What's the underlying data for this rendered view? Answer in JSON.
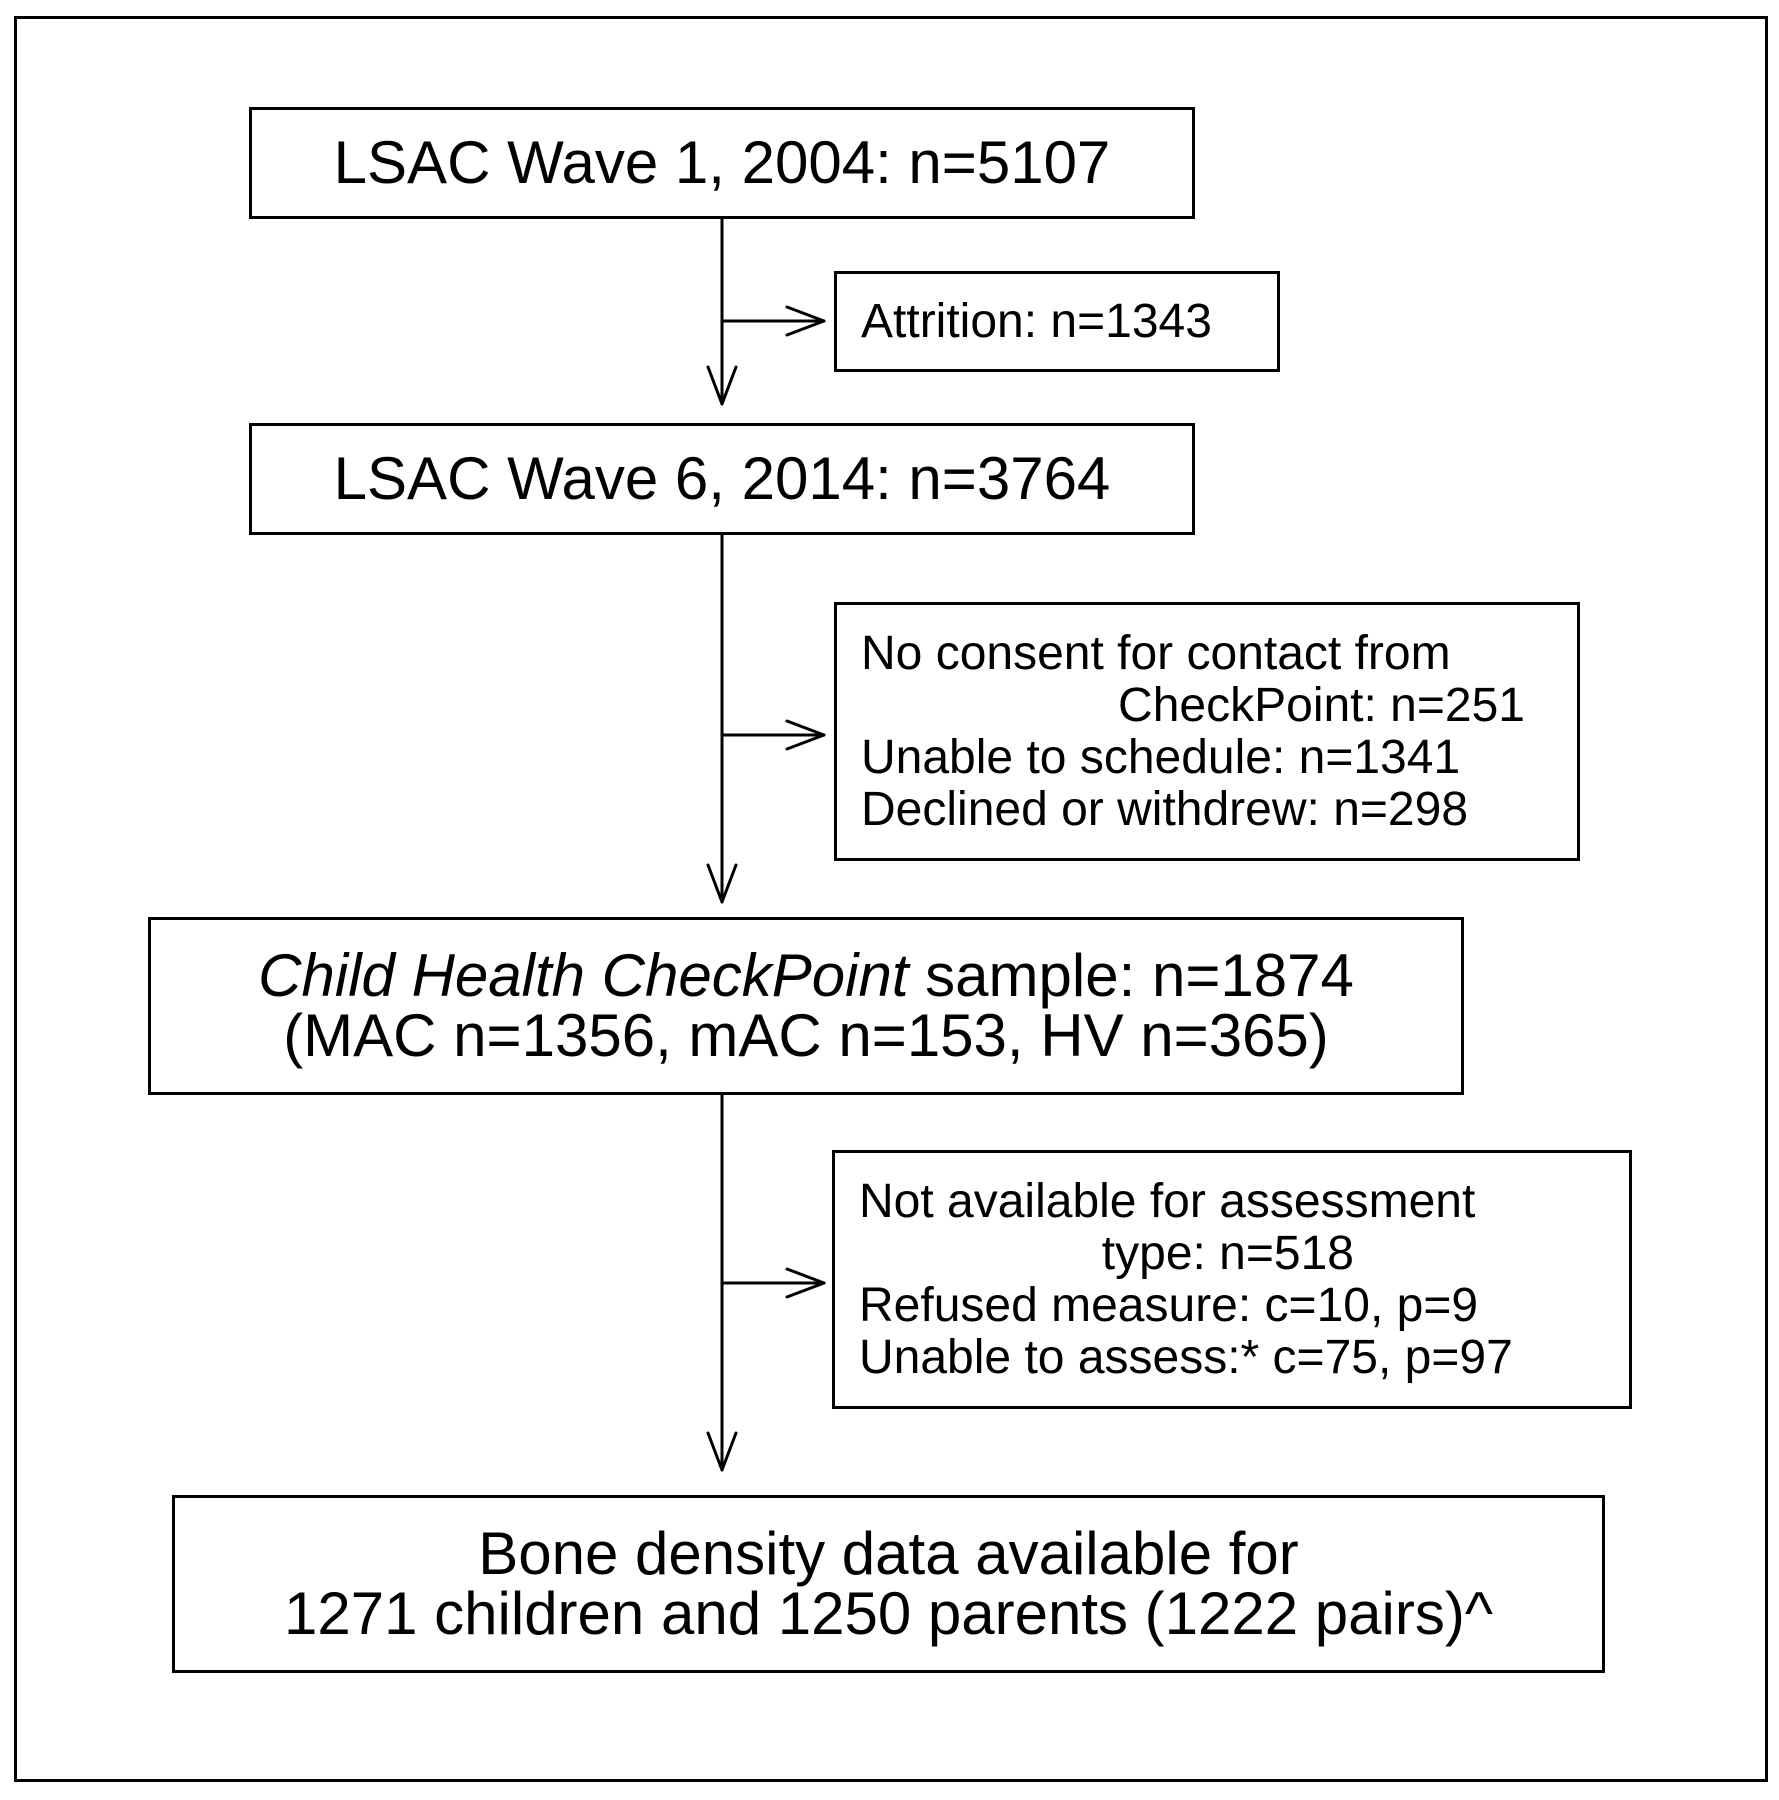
{
  "boxes": {
    "wave1": {
      "text": "LSAC Wave 1, 2004: n=5107"
    },
    "attrition": {
      "text": "Attrition: n=1343"
    },
    "wave6": {
      "text": "LSAC Wave 6, 2014: n=3764"
    },
    "exclusions1": {
      "line1": "No consent for contact from",
      "line2": "CheckPoint: n=251",
      "line3": "Unable to schedule: n=1341",
      "line4": "Declined or withdrew: n=298"
    },
    "checkpoint": {
      "title_italic": "Child Health CheckPoint",
      "title_rest": " sample: n=1874",
      "line2": "(MAC n=1356, mAC n=153, HV n=365)"
    },
    "exclusions2": {
      "line1": "Not available for assessment",
      "line2": "type: n=518",
      "line3": "Refused measure: c=10, p=9",
      "line4": "Unable to assess:* c=75, p=97"
    },
    "final": {
      "line1": "Bone density data available for",
      "line2": "1271 children and 1250 parents (1222 pairs)^"
    }
  }
}
